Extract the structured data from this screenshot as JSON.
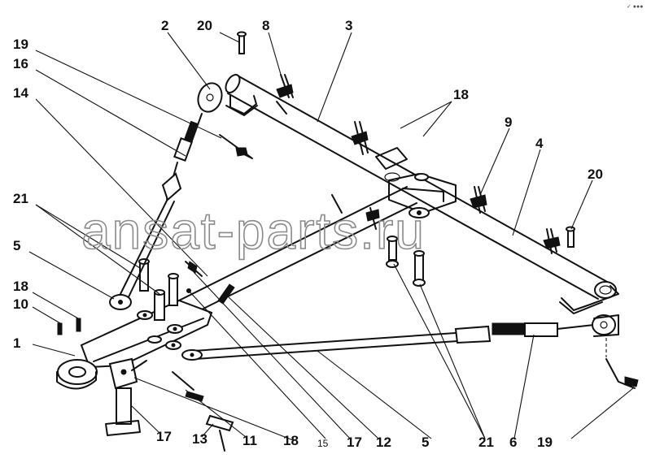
{
  "watermark": "ansat-parts.ru",
  "corner_mark": "✓ ●●●",
  "callouts": {
    "c2": "2",
    "c20a": "20",
    "c8": "8",
    "c3": "3",
    "c19a": "19",
    "c16": "16",
    "c14": "14",
    "c18a": "18",
    "c9": "9",
    "c4": "4",
    "c20b": "20",
    "c21a": "21",
    "c5a": "5",
    "c18b": "18",
    "c10": "10",
    "c1": "1",
    "c17a": "17",
    "c13": "13",
    "c11": "11",
    "c18c": "18",
    "c15": "15",
    "c17b": "17",
    "c12": "12",
    "c5b": "5",
    "c21b": "21",
    "c6": "6",
    "c19b": "19"
  }
}
